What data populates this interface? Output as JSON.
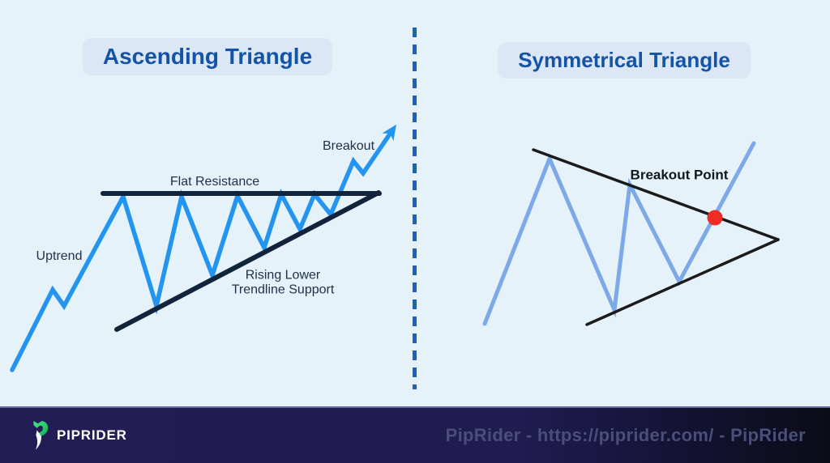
{
  "page": {
    "background": "#e6f2fa"
  },
  "panels": {
    "left": {
      "title": "Ascending Triangle",
      "labels": {
        "uptrend": "Uptrend",
        "flat_resistance": "Flat Resistance",
        "rising_support_line1": "Rising Lower",
        "rising_support_line2": "Trendline Support",
        "breakout": "Breakout"
      }
    },
    "right": {
      "title": "Symmetrical Triangle",
      "labels": {
        "breakout_point": "Breakout Point"
      }
    }
  },
  "footer": {
    "brand": "PIPRIDER",
    "watermark": "PipRider - https://piprider.com/ - PipRider"
  },
  "colors": {
    "background": "#e6f2fa",
    "title_text": "#1553a6",
    "title_chip_bg": "#dce7f5",
    "left_price_line": "#2395f0",
    "left_trendline": "#12233c",
    "right_price_line": "#7da9e9",
    "right_trendline": "#1b1b1b",
    "breakout_dot": "#ee2c23",
    "divider": "#1563c0",
    "footer_bg": "#221d55",
    "logo_green": "#2ecc71"
  },
  "chart_data": [
    {
      "type": "line",
      "name": "ascending-triangle",
      "title": "Ascending Triangle",
      "series": [
        {
          "name": "price-zigzag",
          "points": [
            [
              15,
              457
            ],
            [
              65,
              358
            ],
            [
              79,
              378
            ],
            [
              152,
              243
            ],
            [
              193,
              378
            ],
            [
              224,
              243
            ],
            [
              262,
              340
            ],
            [
              293,
              242
            ],
            [
              326,
              306
            ],
            [
              347,
              240
            ],
            [
              370,
              283
            ],
            [
              388,
              240
            ],
            [
              408,
              265
            ],
            [
              436,
              199
            ],
            [
              448,
              214
            ],
            [
              480,
              167
            ]
          ],
          "color": "#2395f0",
          "width": 5.5,
          "arrow_end": true
        },
        {
          "name": "flat-resistance-line",
          "points": [
            [
              127,
              239
            ],
            [
              468,
              239
            ]
          ],
          "color": "#12233c",
          "width": 6
        },
        {
          "name": "rising-support-line",
          "points": [
            [
              144,
              407
            ],
            [
              467,
              238
            ]
          ],
          "color": "#12233c",
          "width": 6
        }
      ],
      "annotations": [
        "Uptrend",
        "Flat Resistance",
        "Rising Lower Trendline Support",
        "Breakout"
      ]
    },
    {
      "type": "line",
      "name": "symmetrical-triangle",
      "title": "Symmetrical Triangle",
      "series": [
        {
          "name": "price-zigzag",
          "points": [
            [
              598,
              400
            ],
            [
              678,
              196
            ],
            [
              758,
              383
            ],
            [
              777,
              228
            ],
            [
              838,
              348
            ],
            [
              930,
              177
            ]
          ],
          "color": "#7da9e9",
          "width": 5
        },
        {
          "name": "upper-trendline",
          "points": [
            [
              658,
              185
            ],
            [
              960,
              296
            ]
          ],
          "color": "#1b1b1b",
          "width": 3.5
        },
        {
          "name": "lower-trendline",
          "points": [
            [
              724,
              401
            ],
            [
              960,
              296
            ]
          ],
          "color": "#1b1b1b",
          "width": 3.5
        }
      ],
      "markers": [
        {
          "name": "breakout-dot",
          "x": 882,
          "y": 269,
          "r": 9.5,
          "color": "#ee2c23"
        }
      ],
      "annotations": [
        "Breakout Point"
      ]
    }
  ]
}
